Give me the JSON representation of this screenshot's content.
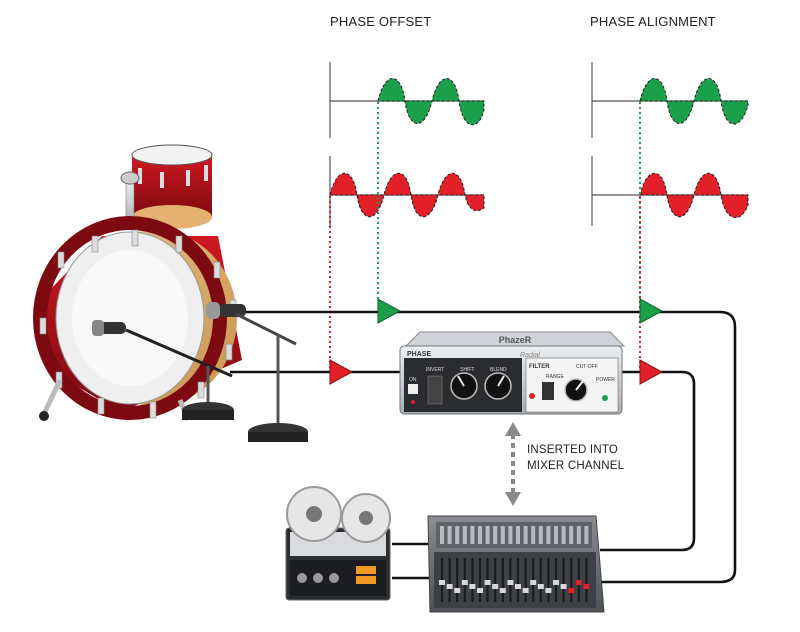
{
  "titles": {
    "phase_offset": "PHASE OFFSET",
    "phase_alignment": "PHASE ALIGNMENT"
  },
  "annotation": {
    "line1": "INSERTED INTO",
    "line2": "MIXER CHANNEL"
  },
  "device": {
    "brand": "PhazeR",
    "maker": "Radial",
    "phase_label": "PHASE",
    "invert_label": "INVERT",
    "shift_label": "SHIFT",
    "blend_label": "BLEND",
    "filter_label": "FILTER",
    "range_label": "RANGE",
    "cutoff_label": "CUT-OFF",
    "on_label": "ON",
    "power_label": "POWER"
  },
  "colors": {
    "green_wave": "#1aa04a",
    "red_wave": "#e3202a",
    "cable": "#111111",
    "drum_shell": "#b8101a"
  }
}
